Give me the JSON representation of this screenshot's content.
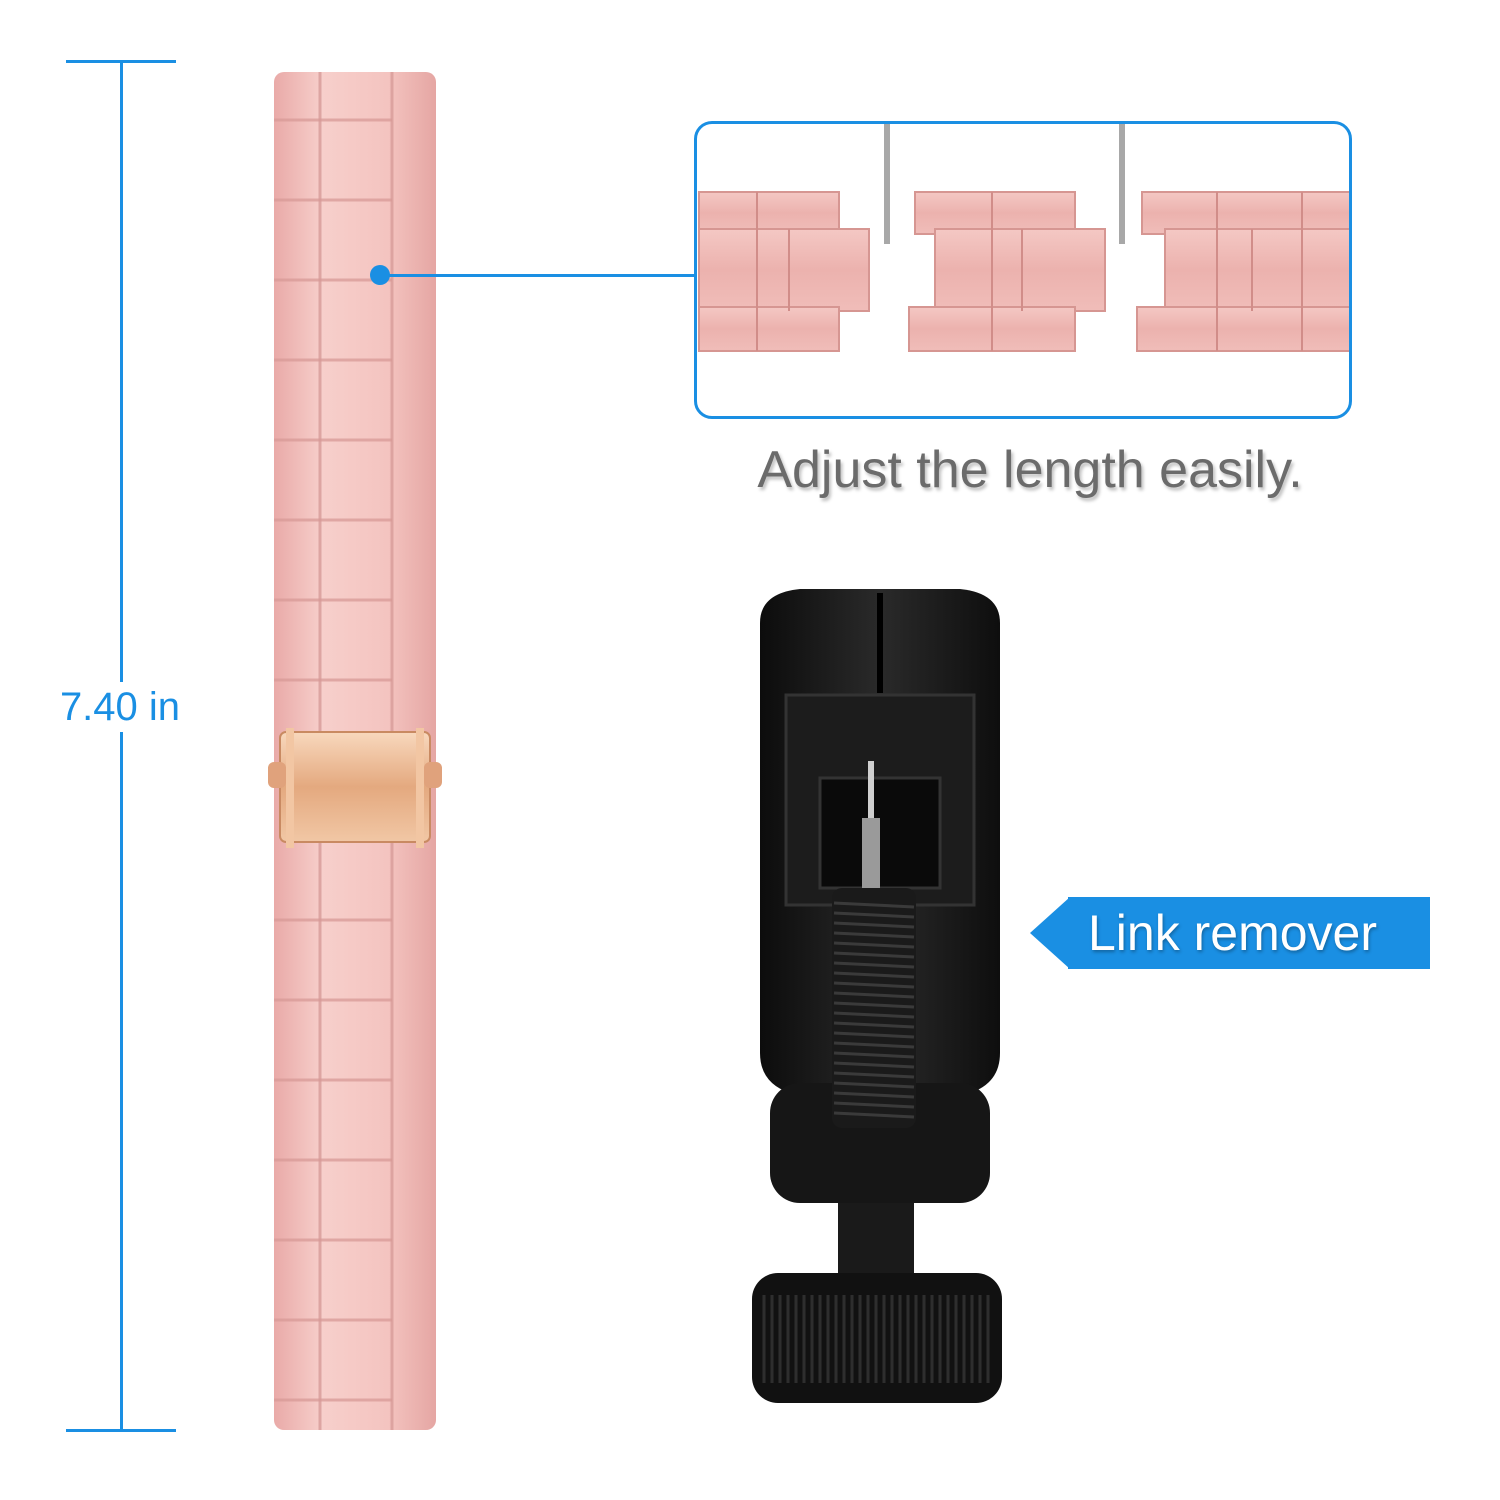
{
  "measurement": {
    "label": "7.40 in",
    "color": "#1a8fe3"
  },
  "callout": {
    "caption": "Adjust the length easily."
  },
  "tool": {
    "label": "Link remover"
  },
  "colors": {
    "band": "#f2bcbc",
    "band_dark": "#dca0a0",
    "clasp": "#e8b48c",
    "tool": "#141414",
    "accent": "#1a8fe3"
  }
}
